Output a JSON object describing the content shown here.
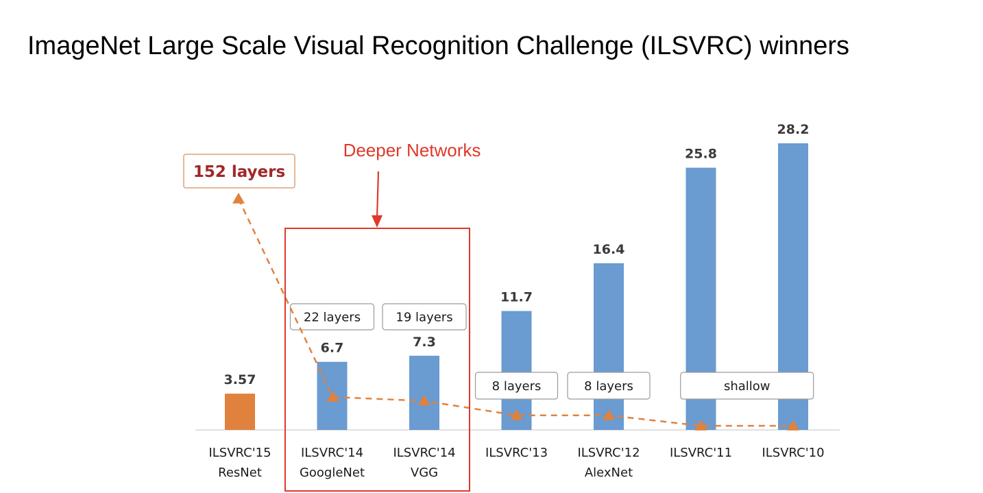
{
  "slide": {
    "title": "ImageNet Large Scale Visual Recognition Challenge (ILSVRC) winners"
  },
  "chart_data": {
    "type": "bar",
    "title": "",
    "xlabel": "",
    "ylabel": "",
    "ylim": [
      0,
      30
    ],
    "grid": false,
    "categories": [
      [
        "ILSVRC'15",
        "ResNet"
      ],
      [
        "ILSVRC'14",
        "GoogleNet"
      ],
      [
        "ILSVRC'14",
        "VGG"
      ],
      [
        "ILSVRC'13"
      ],
      [
        "ILSVRC'12",
        "AlexNet"
      ],
      [
        "ILSVRC'11"
      ],
      [
        "ILSVRC'10"
      ]
    ],
    "values": [
      3.57,
      6.7,
      7.3,
      11.7,
      16.4,
      25.8,
      28.2
    ],
    "value_labels": [
      "3.57",
      "6.7",
      "7.3",
      "11.7",
      "16.4",
      "25.8",
      "28.2"
    ],
    "bar_colors": [
      "#e0823d",
      "#6a9bd1",
      "#6a9bd1",
      "#6a9bd1",
      "#6a9bd1",
      "#6a9bd1",
      "#6a9bd1"
    ],
    "depth_labels": [
      {
        "text": "152 layers",
        "bars": [
          0
        ]
      },
      {
        "text": "22 layers",
        "bars": [
          1
        ]
      },
      {
        "text": "19 layers",
        "bars": [
          2
        ]
      },
      {
        "text": "8 layers",
        "bars": [
          3
        ]
      },
      {
        "text": "8 layers",
        "bars": [
          4
        ]
      },
      {
        "text": "shallow",
        "bars": [
          5,
          6
        ]
      }
    ],
    "depth_trend": {
      "type": "line",
      "style": "dashed",
      "marker": "triangle",
      "color": "#e0823d",
      "layers": [
        152,
        22,
        19,
        8,
        8,
        0,
        0
      ]
    },
    "highlight": {
      "text": "Deeper Networks",
      "bars": [
        1,
        2
      ],
      "color": "#e0382a"
    }
  }
}
